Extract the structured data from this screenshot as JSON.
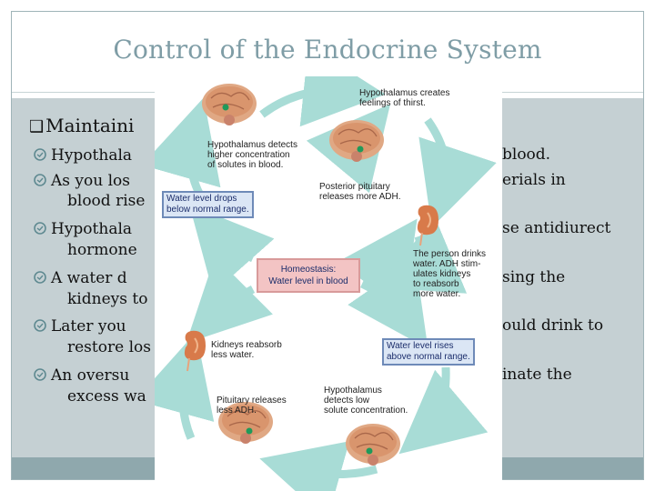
{
  "slide": {
    "title": "Control of the Endocrine System",
    "heading": "Maintaini",
    "bullets": [
      {
        "lines": [
          "Hypothala"
        ],
        "right": "blood."
      },
      {
        "lines": [
          "As you los",
          "blood rise"
        ],
        "right": "erials in"
      },
      {
        "lines": [
          "Hypothala",
          "hormone"
        ],
        "right": "se antidiurect"
      },
      {
        "lines": [
          "A water d",
          "kidneys to"
        ],
        "right": "sing the"
      },
      {
        "lines": [
          "Later you",
          "restore los"
        ],
        "right": "ould drink to"
      },
      {
        "lines": [
          "An oversu",
          "excess wa"
        ],
        "right": "inate the"
      }
    ]
  },
  "diagram": {
    "labels": {
      "thirst": [
        "Hypothalamus creates",
        "feelings of thirst."
      ],
      "detects_high": [
        "Hypothalamus detects",
        "higher concentration",
        "of solutes in blood."
      ],
      "posterior": [
        "Posterior pituitary",
        "releases more ADH."
      ],
      "drinks": [
        "The person drinks",
        "water. ADH stim-",
        "ulates kidneys",
        "to reabsorb",
        "more water."
      ],
      "reabsorb_less": [
        "Kidneys reabsorb",
        "less water."
      ],
      "detects_low": [
        "Hypothalamus",
        "detects low",
        "solute concentration."
      ],
      "pituitary_less": [
        "Pituitary releases",
        "less ADH."
      ]
    },
    "boxes": {
      "drops": [
        "Water level drops",
        "below normal range."
      ],
      "rises": [
        "Water level rises",
        "above normal range."
      ],
      "homeostasis": [
        "Homeostasis:",
        "Water level in blood"
      ]
    },
    "colors": {
      "arrow": "#a8dcd6",
      "brain": "#d9956d",
      "kidney": "#d87a4a",
      "box_blue": "#dbe6f5",
      "box_pink": "#f3c4c4"
    }
  }
}
